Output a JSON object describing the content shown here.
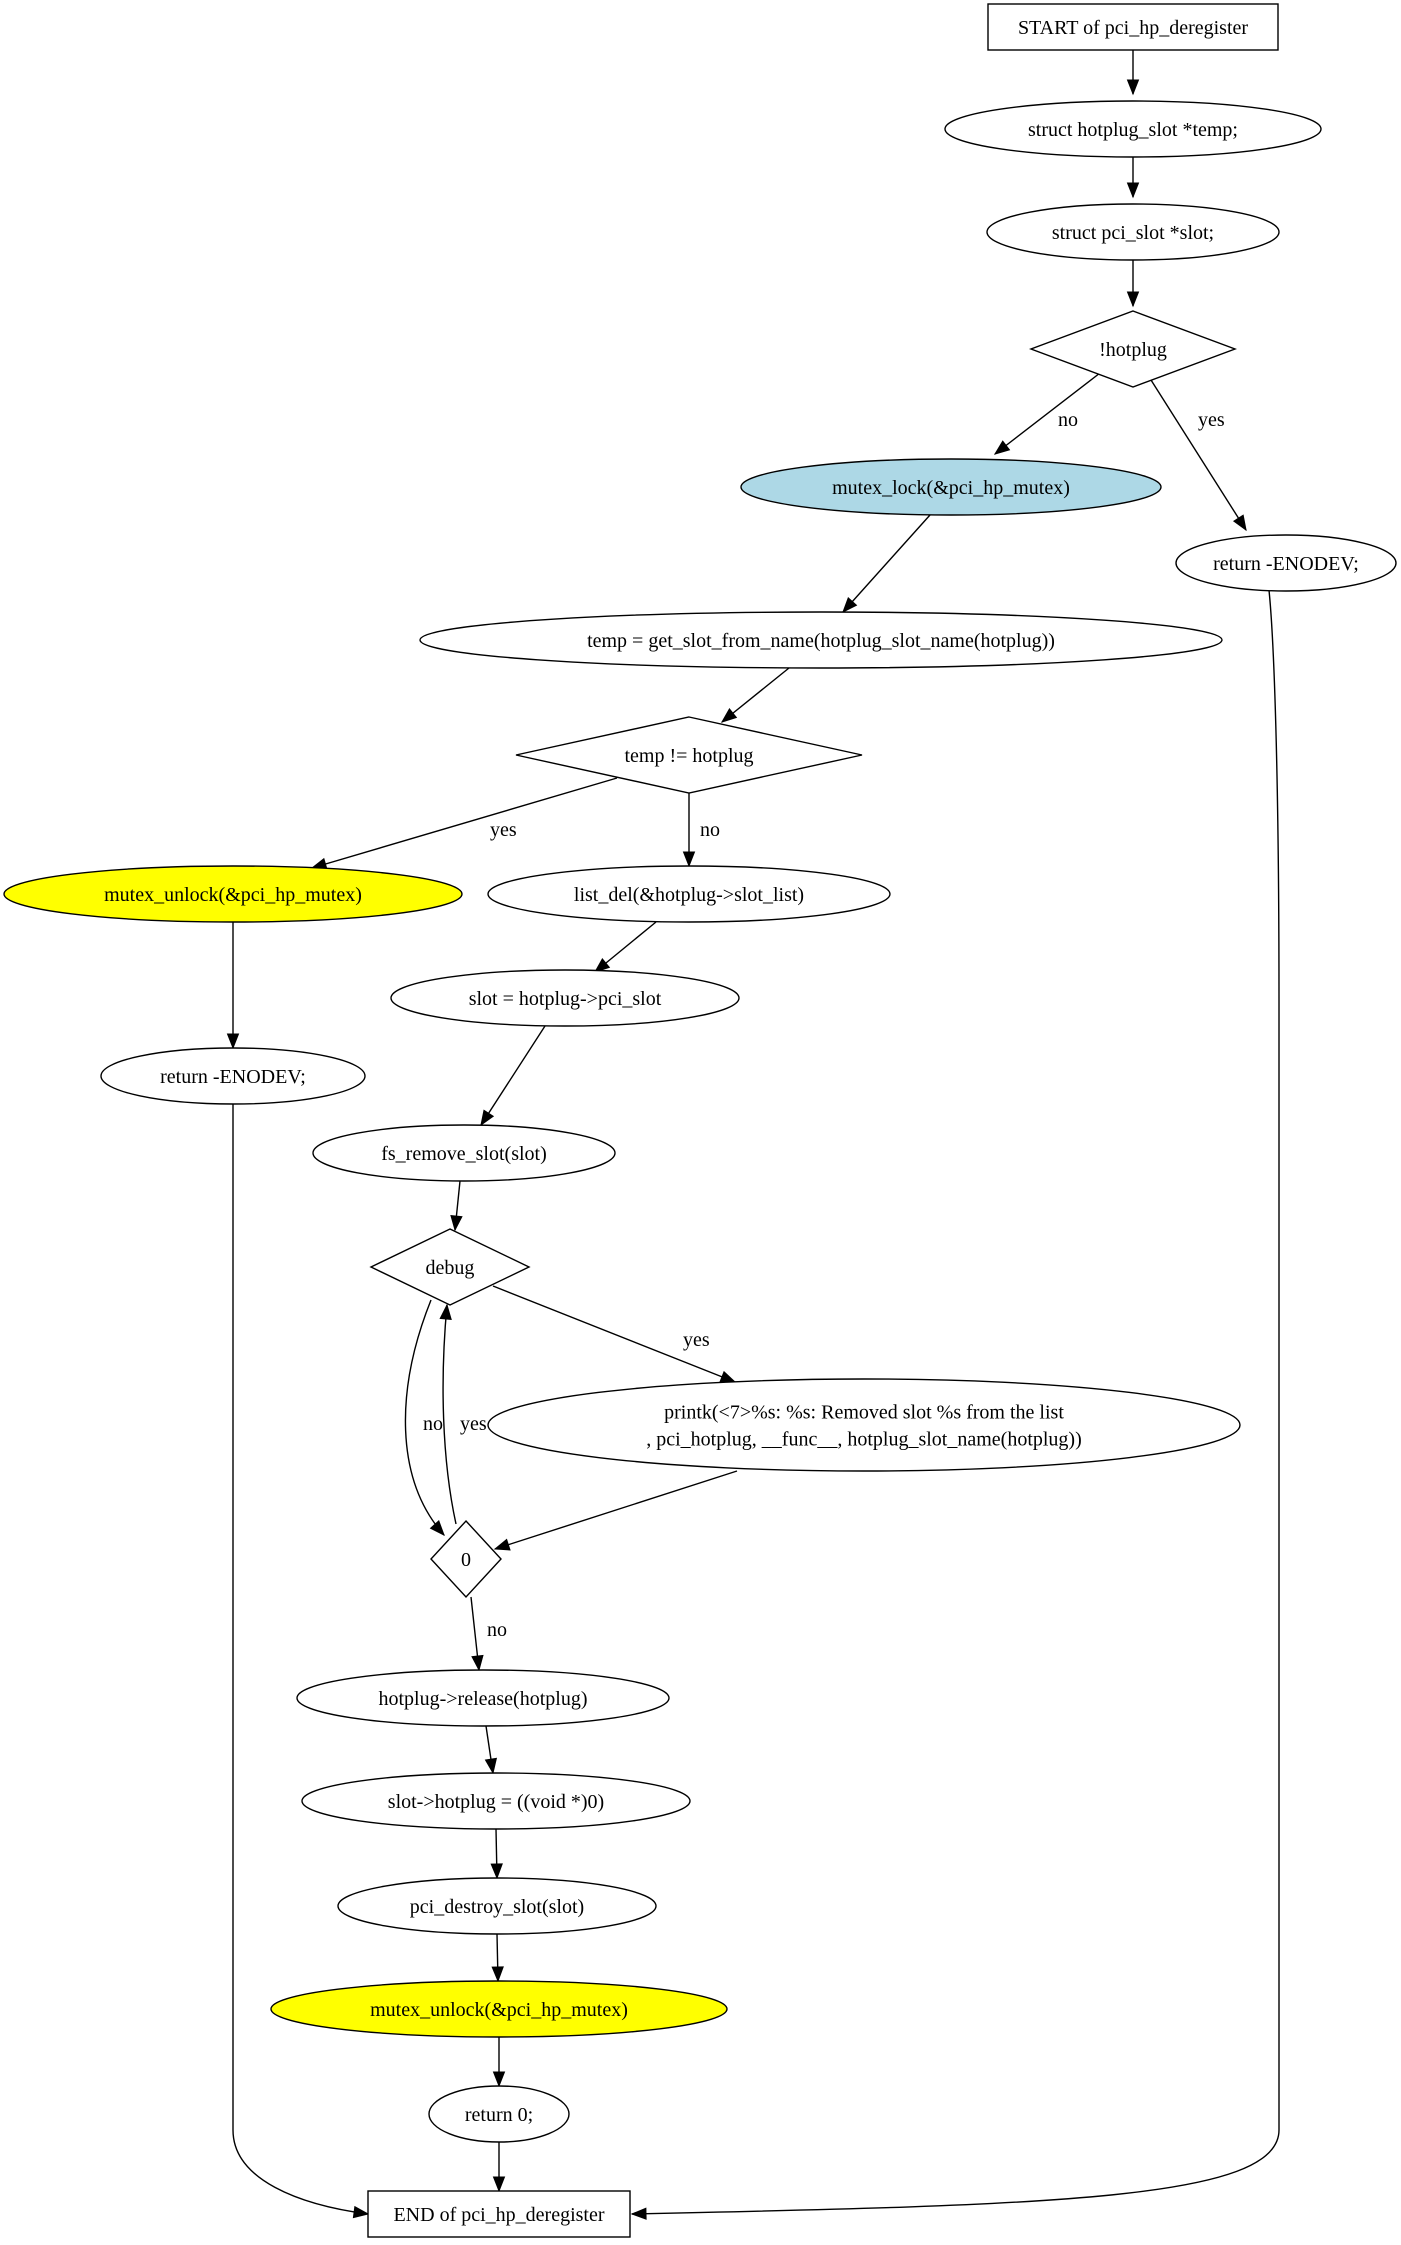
{
  "nodes": [
    {
      "id": "start",
      "shape": "box",
      "fill": "#ffffff",
      "lines": [
        "START of pci_hp_deregister"
      ]
    },
    {
      "id": "decl_temp",
      "shape": "ellipse",
      "fill": "#ffffff",
      "lines": [
        "struct hotplug_slot *temp;"
      ]
    },
    {
      "id": "decl_slot",
      "shape": "ellipse",
      "fill": "#ffffff",
      "lines": [
        "struct pci_slot *slot;"
      ]
    },
    {
      "id": "cond_hotplug",
      "shape": "diamond",
      "fill": "#ffffff",
      "lines": [
        "!hotplug"
      ]
    },
    {
      "id": "mutex_lock",
      "shape": "ellipse",
      "fill": "#add8e6",
      "lines": [
        "mutex_lock(&pci_hp_mutex)"
      ]
    },
    {
      "id": "return_enodev_1",
      "shape": "ellipse",
      "fill": "#ffffff",
      "lines": [
        "return -ENODEV;"
      ]
    },
    {
      "id": "get_slot",
      "shape": "ellipse",
      "fill": "#ffffff",
      "lines": [
        "temp = get_slot_from_name(hotplug_slot_name(hotplug))"
      ]
    },
    {
      "id": "cond_temp",
      "shape": "diamond",
      "fill": "#ffffff",
      "lines": [
        "temp != hotplug"
      ]
    },
    {
      "id": "mutex_unlock_1",
      "shape": "ellipse",
      "fill": "#ffff00",
      "lines": [
        "mutex_unlock(&pci_hp_mutex)"
      ]
    },
    {
      "id": "list_del",
      "shape": "ellipse",
      "fill": "#ffffff",
      "lines": [
        "list_del(&hotplug->slot_list)"
      ]
    },
    {
      "id": "slot_assign",
      "shape": "ellipse",
      "fill": "#ffffff",
      "lines": [
        "slot = hotplug->pci_slot"
      ]
    },
    {
      "id": "return_enodev_2",
      "shape": "ellipse",
      "fill": "#ffffff",
      "lines": [
        "return -ENODEV;"
      ]
    },
    {
      "id": "fs_remove",
      "shape": "ellipse",
      "fill": "#ffffff",
      "lines": [
        "fs_remove_slot(slot)"
      ]
    },
    {
      "id": "cond_debug",
      "shape": "diamond",
      "fill": "#ffffff",
      "lines": [
        "debug"
      ]
    },
    {
      "id": "printk",
      "shape": "ellipse",
      "fill": "#ffffff",
      "lines": [
        "printk(<7>%s: %s: Removed slot %s from the list",
        ", pci_hotplug, __func__, hotplug_slot_name(hotplug))"
      ]
    },
    {
      "id": "cond_zero",
      "shape": "diamond",
      "fill": "#ffffff",
      "lines": [
        "0"
      ]
    },
    {
      "id": "release",
      "shape": "ellipse",
      "fill": "#ffffff",
      "lines": [
        "hotplug->release(hotplug)"
      ]
    },
    {
      "id": "slot_hotplug_null",
      "shape": "ellipse",
      "fill": "#ffffff",
      "lines": [
        "slot->hotplug = ((void *)0)"
      ]
    },
    {
      "id": "destroy_slot",
      "shape": "ellipse",
      "fill": "#ffffff",
      "lines": [
        "pci_destroy_slot(slot)"
      ]
    },
    {
      "id": "mutex_unlock_2",
      "shape": "ellipse",
      "fill": "#ffff00",
      "lines": [
        "mutex_unlock(&pci_hp_mutex)"
      ]
    },
    {
      "id": "return_zero",
      "shape": "ellipse",
      "fill": "#ffffff",
      "lines": [
        "return 0;"
      ]
    },
    {
      "id": "end",
      "shape": "box",
      "fill": "#ffffff",
      "lines": [
        "END of pci_hp_deregister"
      ]
    }
  ],
  "edges": [
    {
      "id": "e1",
      "from": "start",
      "to": "decl_temp",
      "label": ""
    },
    {
      "id": "e2",
      "from": "decl_temp",
      "to": "decl_slot",
      "label": ""
    },
    {
      "id": "e3",
      "from": "decl_slot",
      "to": "cond_hotplug",
      "label": ""
    },
    {
      "id": "e4",
      "from": "cond_hotplug",
      "to": "mutex_lock",
      "label": "no"
    },
    {
      "id": "e5",
      "from": "cond_hotplug",
      "to": "return_enodev_1",
      "label": "yes"
    },
    {
      "id": "e6",
      "from": "mutex_lock",
      "to": "get_slot",
      "label": ""
    },
    {
      "id": "e7",
      "from": "return_enodev_1",
      "to": "end",
      "label": ""
    },
    {
      "id": "e8",
      "from": "get_slot",
      "to": "cond_temp",
      "label": ""
    },
    {
      "id": "e9",
      "from": "cond_temp",
      "to": "mutex_unlock_1",
      "label": "yes"
    },
    {
      "id": "e10",
      "from": "cond_temp",
      "to": "list_del",
      "label": "no"
    },
    {
      "id": "e11",
      "from": "mutex_unlock_1",
      "to": "return_enodev_2",
      "label": ""
    },
    {
      "id": "e12",
      "from": "return_enodev_2",
      "to": "end",
      "label": ""
    },
    {
      "id": "e13",
      "from": "list_del",
      "to": "slot_assign",
      "label": ""
    },
    {
      "id": "e14",
      "from": "slot_assign",
      "to": "fs_remove",
      "label": ""
    },
    {
      "id": "e15",
      "from": "fs_remove",
      "to": "cond_debug",
      "label": ""
    },
    {
      "id": "e16",
      "from": "cond_debug",
      "to": "printk",
      "label": "yes"
    },
    {
      "id": "e17",
      "from": "cond_debug",
      "to": "cond_zero",
      "label": "no"
    },
    {
      "id": "e18",
      "from": "printk",
      "to": "cond_zero",
      "label": ""
    },
    {
      "id": "e19",
      "from": "cond_zero",
      "to": "cond_debug",
      "label": "yes"
    },
    {
      "id": "e20",
      "from": "cond_zero",
      "to": "release",
      "label": "no"
    },
    {
      "id": "e21",
      "from": "release",
      "to": "slot_hotplug_null",
      "label": ""
    },
    {
      "id": "e22",
      "from": "slot_hotplug_null",
      "to": "destroy_slot",
      "label": ""
    },
    {
      "id": "e23",
      "from": "destroy_slot",
      "to": "mutex_unlock_2",
      "label": ""
    },
    {
      "id": "e24",
      "from": "mutex_unlock_2",
      "to": "return_zero",
      "label": ""
    },
    {
      "id": "e25",
      "from": "return_zero",
      "to": "end",
      "label": ""
    }
  ]
}
